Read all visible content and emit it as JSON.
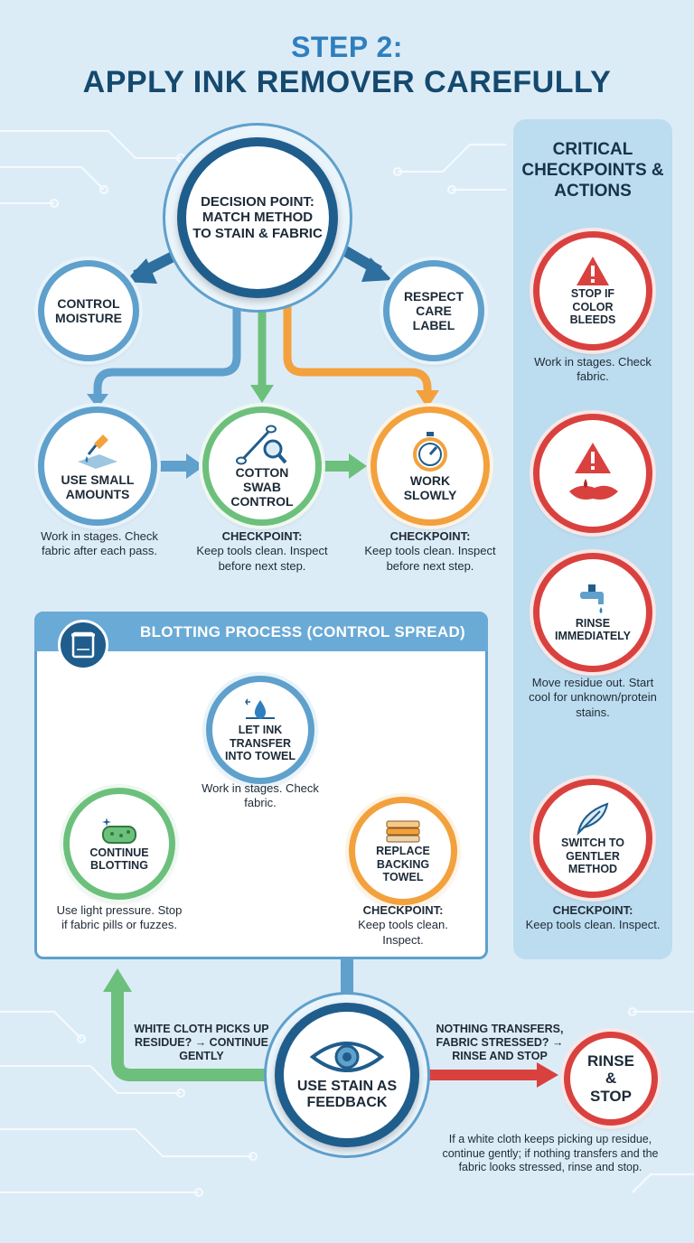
{
  "header": {
    "line1": "STEP 2:",
    "line2": "APPLY INK REMOVER CAREFULLY"
  },
  "decision": {
    "label": "DECISION POINT: MATCH METHOD TO STAIN & FABRIC"
  },
  "branches": {
    "left": "CONTROL MOISTURE",
    "right": "RESPECT CARE LABEL"
  },
  "methods": [
    {
      "label": "USE SMALL AMOUNTS",
      "note": "Work in stages. Check fabric after each pass.",
      "icon": "dropper-icon"
    },
    {
      "label": "COTTON SWAB CONTROL",
      "note_title": "CHECKPOINT:",
      "note": "Keep tools clean. Inspect before next step.",
      "icon": "swab-magnifier-icon"
    },
    {
      "label": "WORK SLOWLY",
      "note_title": "CHECKPOINT:",
      "note": "Keep tools clean. Inspect before next step.",
      "icon": "stopwatch-icon"
    }
  ],
  "blotting": {
    "title": "BLOTTING PROCESS (CONTROL SPREAD)",
    "steps": [
      {
        "label": "LET INK TRANSFER INTO TOWEL",
        "note": "Work in stages. Check fabric.",
        "icon": "ink-drop-icon"
      },
      {
        "label": "REPLACE BACKING TOWEL",
        "note_title": "CHECKPOINT:",
        "note": "Keep tools clean. Inspect.",
        "icon": "towel-stack-icon"
      },
      {
        "label": "CONTINUE BLOTTING",
        "note": "Use light pressure. Stop if fabric pills or fuzzes.",
        "icon": "sponge-icon"
      }
    ]
  },
  "sidebar": {
    "title": "CRITICAL CHECKPOINTS & ACTIONS",
    "items": [
      {
        "label": "STOP IF COLOR BLEEDS",
        "note": "Work in stages. Check fabric.",
        "icon": "warning-icon"
      },
      {
        "label": "",
        "note": "",
        "icon": "warning-bleed-icon"
      },
      {
        "label": "RINSE IMMEDIATELY",
        "note": "Move residue out. Start cool for unknown/protein stains.",
        "icon": "faucet-icon"
      },
      {
        "label": "SWITCH TO GENTLER METHOD",
        "note_title": "CHECKPOINT:",
        "note": "Keep tools clean. Inspect.",
        "icon": "feather-icon"
      }
    ]
  },
  "feedback": {
    "label": "USE STAIN AS FEEDBACK",
    "left_text": "WHITE CLOTH PICKS UP RESIDUE? → CONTINUE GENTLY",
    "right_text": "NOTHING TRANSFERS, FABRIC STRESSED? → RINSE AND STOP",
    "end_label": "RINSE & STOP",
    "footnote": "If a white cloth keeps picking up residue, continue gently; if nothing transfers and the fabric looks stressed, rinse and stop.",
    "icon": "eye-icon"
  },
  "colors": {
    "blue": "#5fa0cc",
    "green": "#6cc07c",
    "orange": "#f3a13d",
    "red": "#d9413f",
    "navy": "#15496e"
  }
}
